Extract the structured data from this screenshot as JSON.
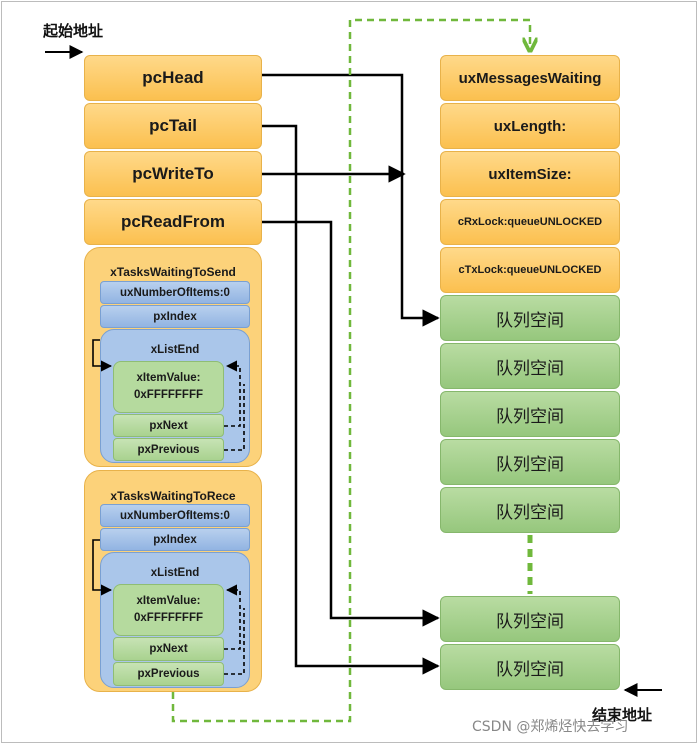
{
  "labels": {
    "start": "起始地址",
    "end": "结束地址"
  },
  "watermark": "CSDN @郑烯烃快去学习",
  "queue_header": [
    "pcHead",
    "pcTail",
    "pcWriteTo",
    "pcReadFrom"
  ],
  "lists": [
    {
      "title": "xTasksWaitingToSend",
      "num_items": "uxNumberOfItems:0",
      "index": "pxIndex",
      "list_end": "xListEnd",
      "item_value_1": "xItemValue:",
      "item_value_2": "0xFFFFFFFF",
      "next": "pxNext",
      "previous": "pxPrevious"
    },
    {
      "title": "xTasksWaitingToRece",
      "num_items": "uxNumberOfItems:0",
      "index": "pxIndex",
      "list_end": "xListEnd",
      "item_value_1": "xItemValue:",
      "item_value_2": "0xFFFFFFFF",
      "next": "pxNext",
      "previous": "pxPrevious"
    }
  ],
  "right_fields": [
    "uxMessagesWaiting",
    "uxLength:",
    "uxItemSize:",
    "cRxLock:queueUNLOCKED",
    "cTxLock:queueUNLOCKED"
  ],
  "storage_top": [
    "队列空间",
    "队列空间",
    "队列空间",
    "队列空间",
    "队列空间"
  ],
  "storage_bottom": [
    "队列空间",
    "队列空间"
  ],
  "colors": {
    "orange": "#fbc04f",
    "green": "#96c77d",
    "blue": "#92b4e2",
    "dashed_link": "#70b83c",
    "arrow": "#000000"
  }
}
